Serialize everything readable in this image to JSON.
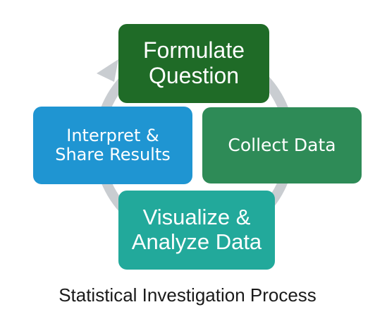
{
  "colors": {
    "formulate": "#1f6b27",
    "collect": "#2e8b57",
    "interpret": "#1f95d2",
    "visualize": "#22a99b",
    "cycle_arrow": "#c9cdd1"
  },
  "steps": {
    "formulate": {
      "line1": "Formulate",
      "line2": "Question"
    },
    "collect": {
      "line1": "Collect Data"
    },
    "visualize": {
      "line1": "Visualize &",
      "line2": "Analyze Data"
    },
    "interpret": {
      "line1": "Interpret &",
      "line2": "Share Results"
    }
  },
  "caption": "Statistical Investigation Process"
}
